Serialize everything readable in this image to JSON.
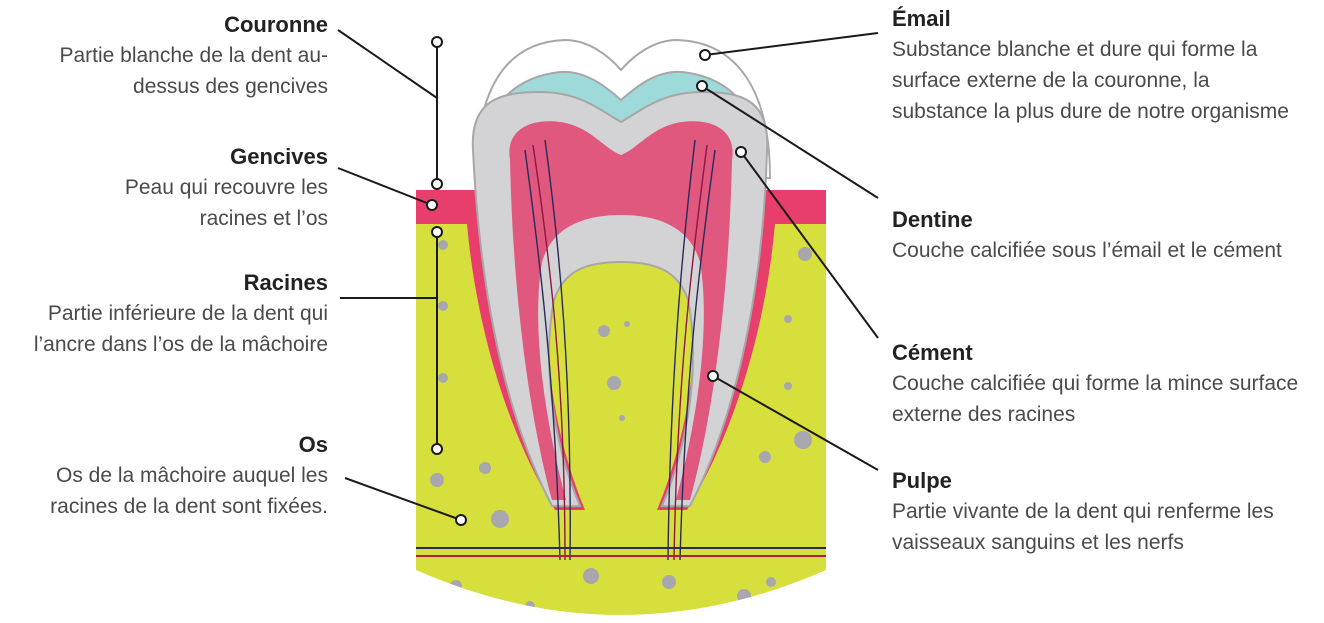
{
  "labels": {
    "couronne": {
      "title": "Couronne",
      "desc": "Partie blanche de la dent au-dessus des gencives"
    },
    "gencives": {
      "title": "Gencives",
      "desc": "Peau qui recouvre les racines et l’os"
    },
    "racines": {
      "title": "Racines",
      "desc": "Partie inférieure de la dent qui l’ancre dans l’os de la mâchoire"
    },
    "os": {
      "title": "Os",
      "desc": "Os de la mâchoire auquel les racines de la dent sont fixées."
    },
    "email": {
      "title": "Émail",
      "desc": "Substance blanche et dure qui forme la surface externe de la couronne, la substance la plus dure de notre organisme"
    },
    "dentine": {
      "title": "Dentine",
      "desc": "Couche calcifiée sous l’émail et le cément"
    },
    "cement": {
      "title": "Cément",
      "desc": "Couche calcifiée qui forme la mince surface externe des racines"
    },
    "pulpe": {
      "title": "Pulpe",
      "desc": "Partie vivante de la dent qui renferme les vaisseaux sanguins et les nerfs"
    }
  },
  "colors": {
    "bone": "#d7df3d",
    "gum": "#e83e6c",
    "enamel_teal": "#9fdada",
    "dentine_grey": "#d3d3d5",
    "pulp": "#e0587e",
    "line": "#1a1a1a"
  }
}
